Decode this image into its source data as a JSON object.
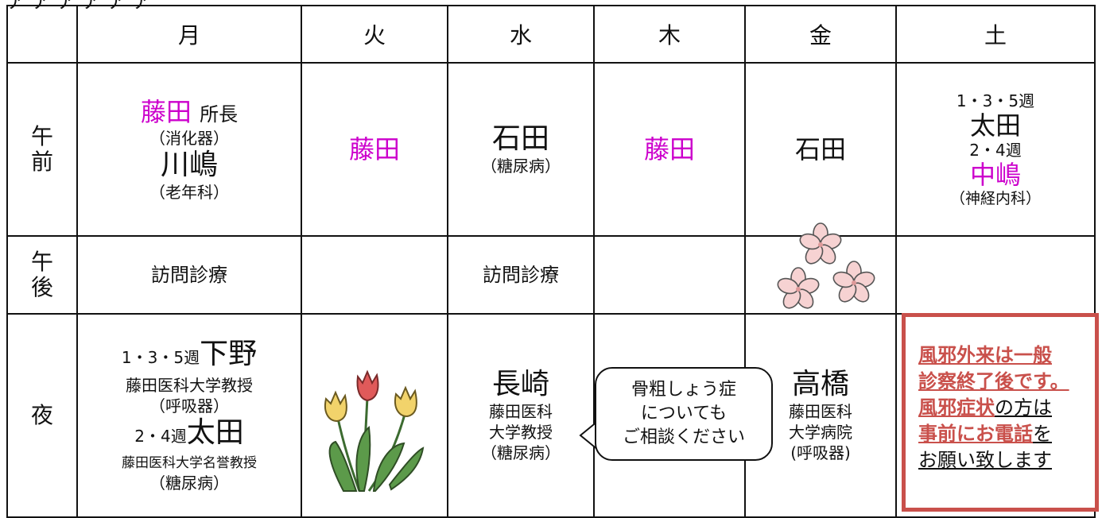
{
  "heading_fragment": "ア ア ア ア ア ア",
  "days": [
    "月",
    "火",
    "水",
    "木",
    "金",
    "土"
  ],
  "periods": {
    "am": [
      "午",
      "前"
    ],
    "pm": [
      "午",
      "後"
    ],
    "night": "夜"
  },
  "am": {
    "mon": {
      "name1": "藤田",
      "title1": "所長",
      "spec1": "（消化器）",
      "name2": "川嶋",
      "spec2": "（老年科）"
    },
    "tue": "藤田",
    "wed": {
      "name": "石田",
      "spec": "（糖尿病）"
    },
    "thu": "藤田",
    "fri": "石田",
    "sat": {
      "weeks1": "1・3・5週",
      "name1": "太田",
      "weeks2": "2・4週",
      "name2": "中嶋",
      "spec2": "（神経内科）"
    }
  },
  "pm": {
    "mon": "訪問診療",
    "wed": "訪問診療"
  },
  "night": {
    "mon": {
      "weeks1": "1・3・5週",
      "name1": "下野",
      "aff1": "藤田医科大学教授",
      "spec1": "（呼吸器）",
      "weeks2": "2・4週",
      "name2": "太田",
      "aff2": "藤田医科大学名誉教授",
      "spec2": "（糖尿病）"
    },
    "wed": {
      "name": "長崎",
      "aff1": "藤田医科",
      "aff2": "大学教授",
      "spec": "（糖尿病）"
    },
    "fri": {
      "name": "高橋",
      "aff1": "藤田医科",
      "aff2": "大学病院",
      "spec": "(呼吸器)"
    }
  },
  "bubble": [
    "骨粗しょう症",
    "についても",
    "ご相談ください"
  ],
  "notice": {
    "line1": "風邪外来は一般",
    "line2": "診察終了後です。",
    "line3_red": "風邪症状",
    "line3_rest": "の方は",
    "line4_red": "事前にお電話",
    "line4_rest": "を",
    "line5": "お願い致します"
  },
  "colors": {
    "accent_name": "#cc00cc",
    "notice_red": "#c9504b",
    "tulip_red": "#e05a5a",
    "tulip_yellow": "#f2d36b",
    "leaf_green": "#5c9a4a",
    "sakura_pink": "#f6d2d2"
  }
}
